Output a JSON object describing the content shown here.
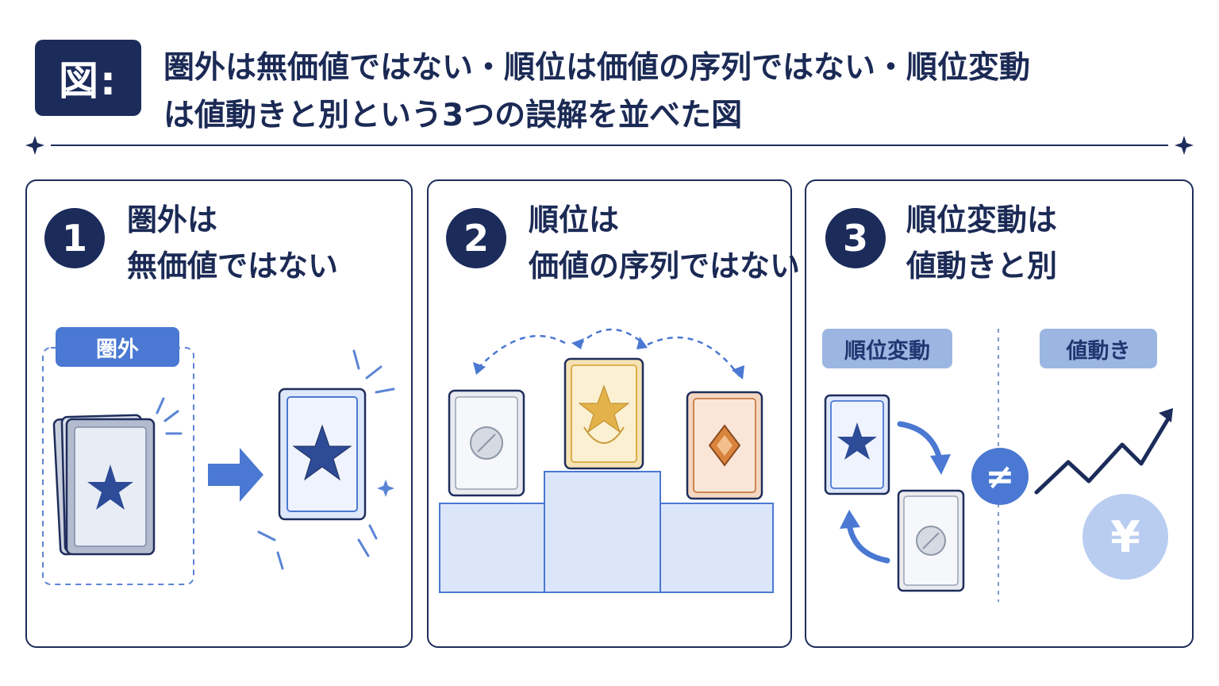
{
  "header": {
    "badge": "図:",
    "title": "圏外は無価値ではない・順位は価値の序列ではない・順位変動\nは値動きと別という3つの誤解を並べた図"
  },
  "panels": [
    {
      "number": "1",
      "title_line1": "圏外は",
      "title_line2": "無価値ではない",
      "tag": "圏外"
    },
    {
      "number": "2",
      "title_line1": "順位は",
      "title_line2": "価値の序列ではない"
    },
    {
      "number": "3",
      "title_line1": "順位変動は",
      "title_line2": "値動きと別",
      "tag_left": "順位変動",
      "tag_right": "値動き",
      "not_equal": "≠",
      "currency": "¥"
    }
  ],
  "colors": {
    "navy": "#1b2b5a",
    "accent_blue": "#4a78d2",
    "light_blue": "#9cb6e2",
    "gold": "#e9c06a",
    "bronze": "#d9905a"
  },
  "icons": [
    "star-card-icon",
    "arrow-right-icon",
    "sparkle-icon",
    "podium-icon",
    "cycle-arrow-icon",
    "rising-chart-icon",
    "yen-coin-icon"
  ]
}
